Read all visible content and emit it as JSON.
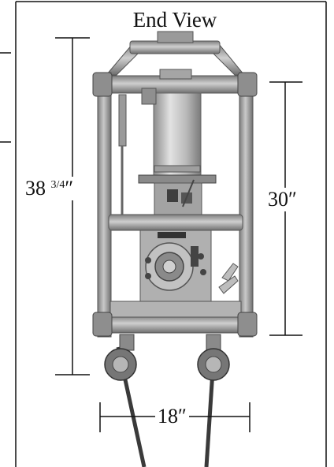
{
  "title": "End View",
  "dimensions": {
    "overall_height_whole": "38",
    "overall_height_fraction": "3/4",
    "overall_height_unit": "″",
    "frame_height": "30″",
    "wheel_width": "18″"
  },
  "colors": {
    "frame": "#a9a9a9",
    "frame_dark": "#7a7a7a",
    "motor": "#bdbdbd",
    "line": "#111111",
    "background": "#ffffff"
  }
}
